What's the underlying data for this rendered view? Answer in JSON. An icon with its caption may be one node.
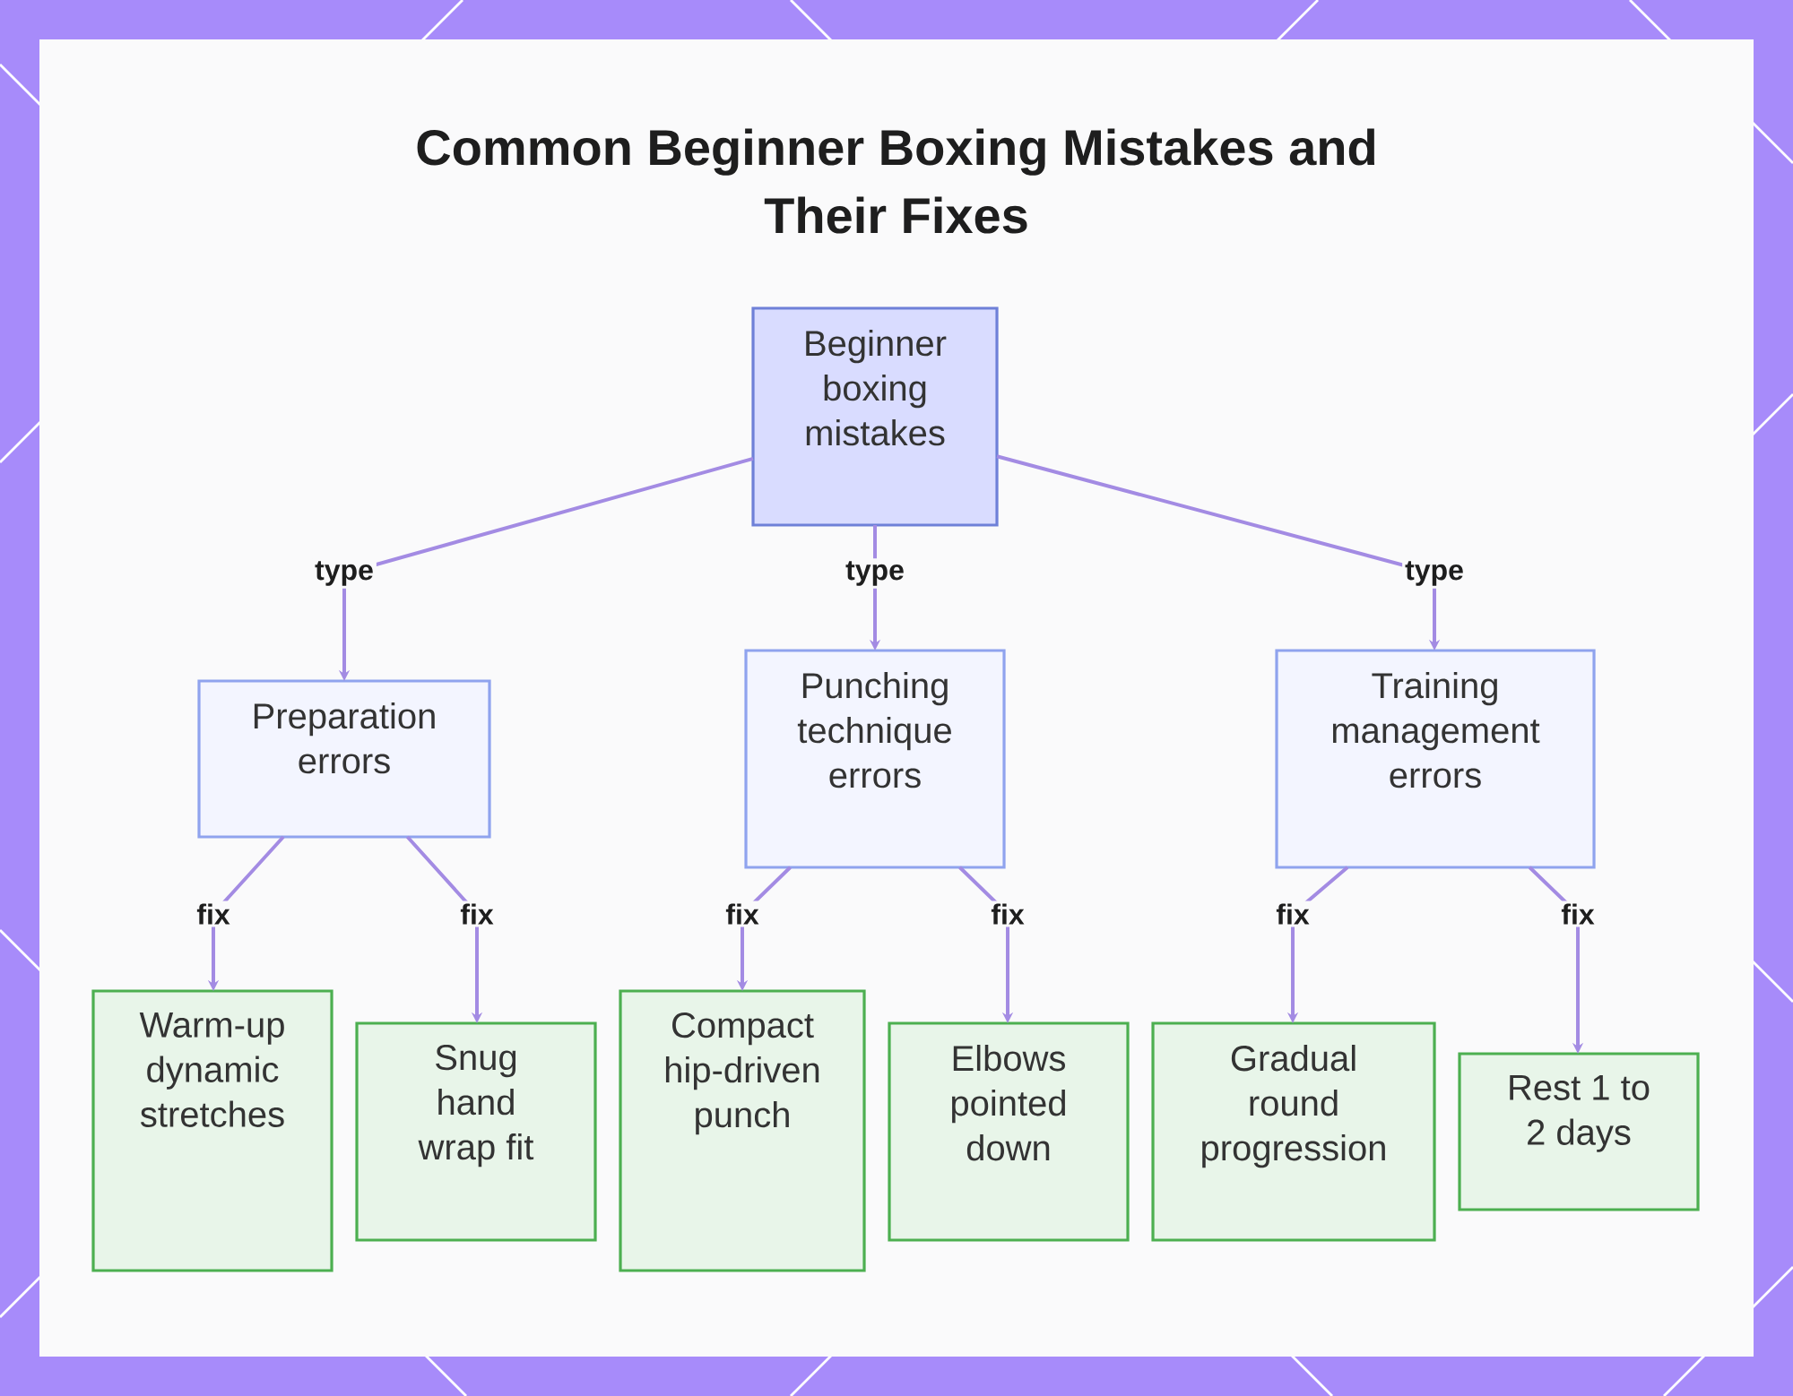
{
  "diagram": {
    "title": "Common Beginner Boxing Mistakes and Their Fixes",
    "nodes": [
      {
        "text": [
          "Beginner boxing mistakes"
        ]
      },
      {
        "text": [
          "Preparation errors"
        ]
      },
      {
        "text": [
          "Punching technique errors"
        ]
      },
      {
        "text": [
          "Training management errors"
        ]
      },
      {
        "text": [
          "Warm-up dynamic stretches"
        ]
      },
      {
        "text": [
          "Snug hand wrap fit"
        ]
      },
      {
        "text": [
          "Compact hip-driven punch"
        ]
      },
      {
        "text": [
          "Elbows pointed down"
        ]
      },
      {
        "text": [
          "Gradual round progression"
        ]
      },
      {
        "text": [
          "Rest 1 to 2 days"
        ]
      }
    ],
    "edges": [
      {
        "from": 0,
        "to": 1,
        "arrow": "to",
        "label": "type"
      },
      {
        "from": 0,
        "to": 2,
        "arrow": "to",
        "label": "type"
      },
      {
        "from": 0,
        "to": 3,
        "arrow": "to",
        "label": "type"
      },
      {
        "from": 1,
        "to": 4,
        "arrow": "to",
        "label": "fix"
      },
      {
        "from": 1,
        "to": 5,
        "arrow": "to",
        "label": "fix"
      },
      {
        "from": 2,
        "to": 6,
        "arrow": "to",
        "label": "fix"
      },
      {
        "from": 2,
        "to": 7,
        "arrow": "to",
        "label": "fix"
      },
      {
        "from": 3,
        "to": 8,
        "arrow": "to",
        "label": "fix"
      },
      {
        "from": 3,
        "to": 9,
        "arrow": "to",
        "label": "fix"
      }
    ]
  }
}
